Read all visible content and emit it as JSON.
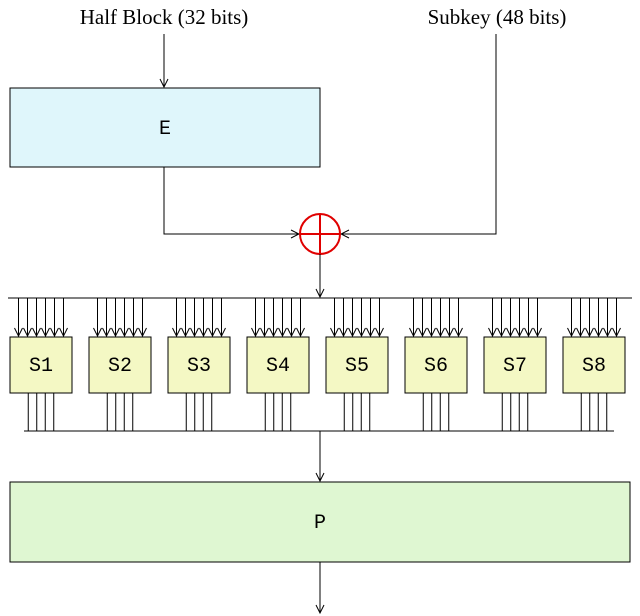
{
  "inputs": {
    "half_block_label": "Half Block (32 bits)",
    "subkey_label": "Subkey (48 bits)"
  },
  "expansion": {
    "label": "E"
  },
  "xor": {
    "symbol": "xor-circle-plus"
  },
  "sboxes": [
    "S1",
    "S2",
    "S3",
    "S4",
    "S5",
    "S6",
    "S7",
    "S8"
  ],
  "permutation": {
    "label": "P"
  },
  "colors": {
    "e_box_fill": "#dff6fb",
    "sbox_fill": "#f4f8c4",
    "p_box_fill": "#dff7d2",
    "xor_color": "#e00000",
    "line": "#000000"
  }
}
